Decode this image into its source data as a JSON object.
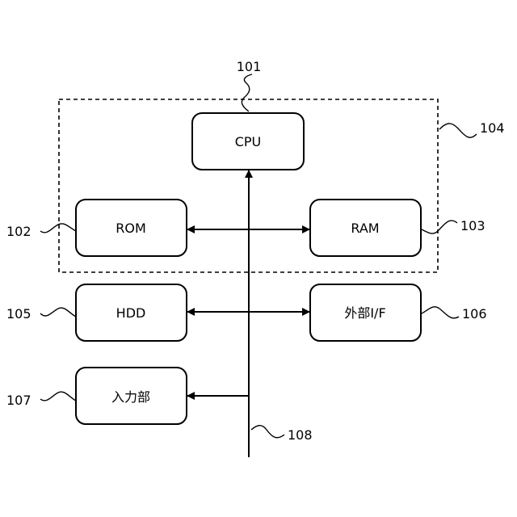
{
  "blocks": {
    "cpu": "CPU",
    "rom": "ROM",
    "ram": "RAM",
    "hdd": "HDD",
    "ext_if": "外部I/F",
    "input": "入力部"
  },
  "refs": {
    "cpu": "101",
    "rom": "102",
    "ram": "103",
    "group": "104",
    "hdd": "105",
    "ext_if": "106",
    "input": "107",
    "bus": "108"
  }
}
